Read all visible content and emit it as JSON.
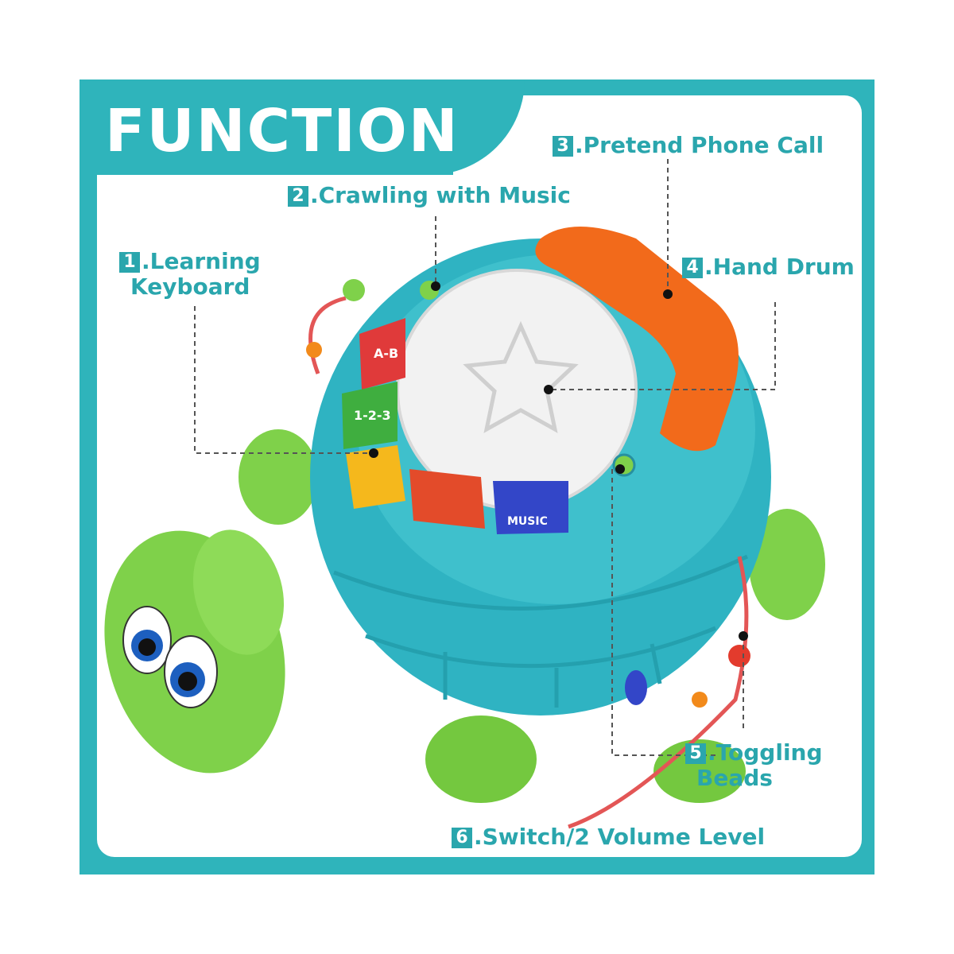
{
  "title": "FUNCTION",
  "features": [
    {
      "num": "1",
      "text": ".Learning",
      "text2": "Keyboard"
    },
    {
      "num": "2",
      "text": ".Crawling with Music"
    },
    {
      "num": "3",
      "text": ".Pretend Phone Call"
    },
    {
      "num": "4",
      "text": ".Hand Drum"
    },
    {
      "num": "5",
      "text": ".Toggling",
      "text2": "Beads"
    },
    {
      "num": "6",
      "text": ".Switch/2 Volume Level"
    }
  ],
  "keys": [
    {
      "label": "A-B"
    },
    {
      "label": "1-2-3"
    },
    {
      "label": ""
    },
    {
      "label": ""
    },
    {
      "label": "MUSIC"
    }
  ],
  "colors": {
    "frame": "#2fb4bb",
    "shell": "#2fb3c2",
    "turtle_green": "#7fd14a",
    "phone": "#f26a1b",
    "label": "#2aa6ad"
  }
}
